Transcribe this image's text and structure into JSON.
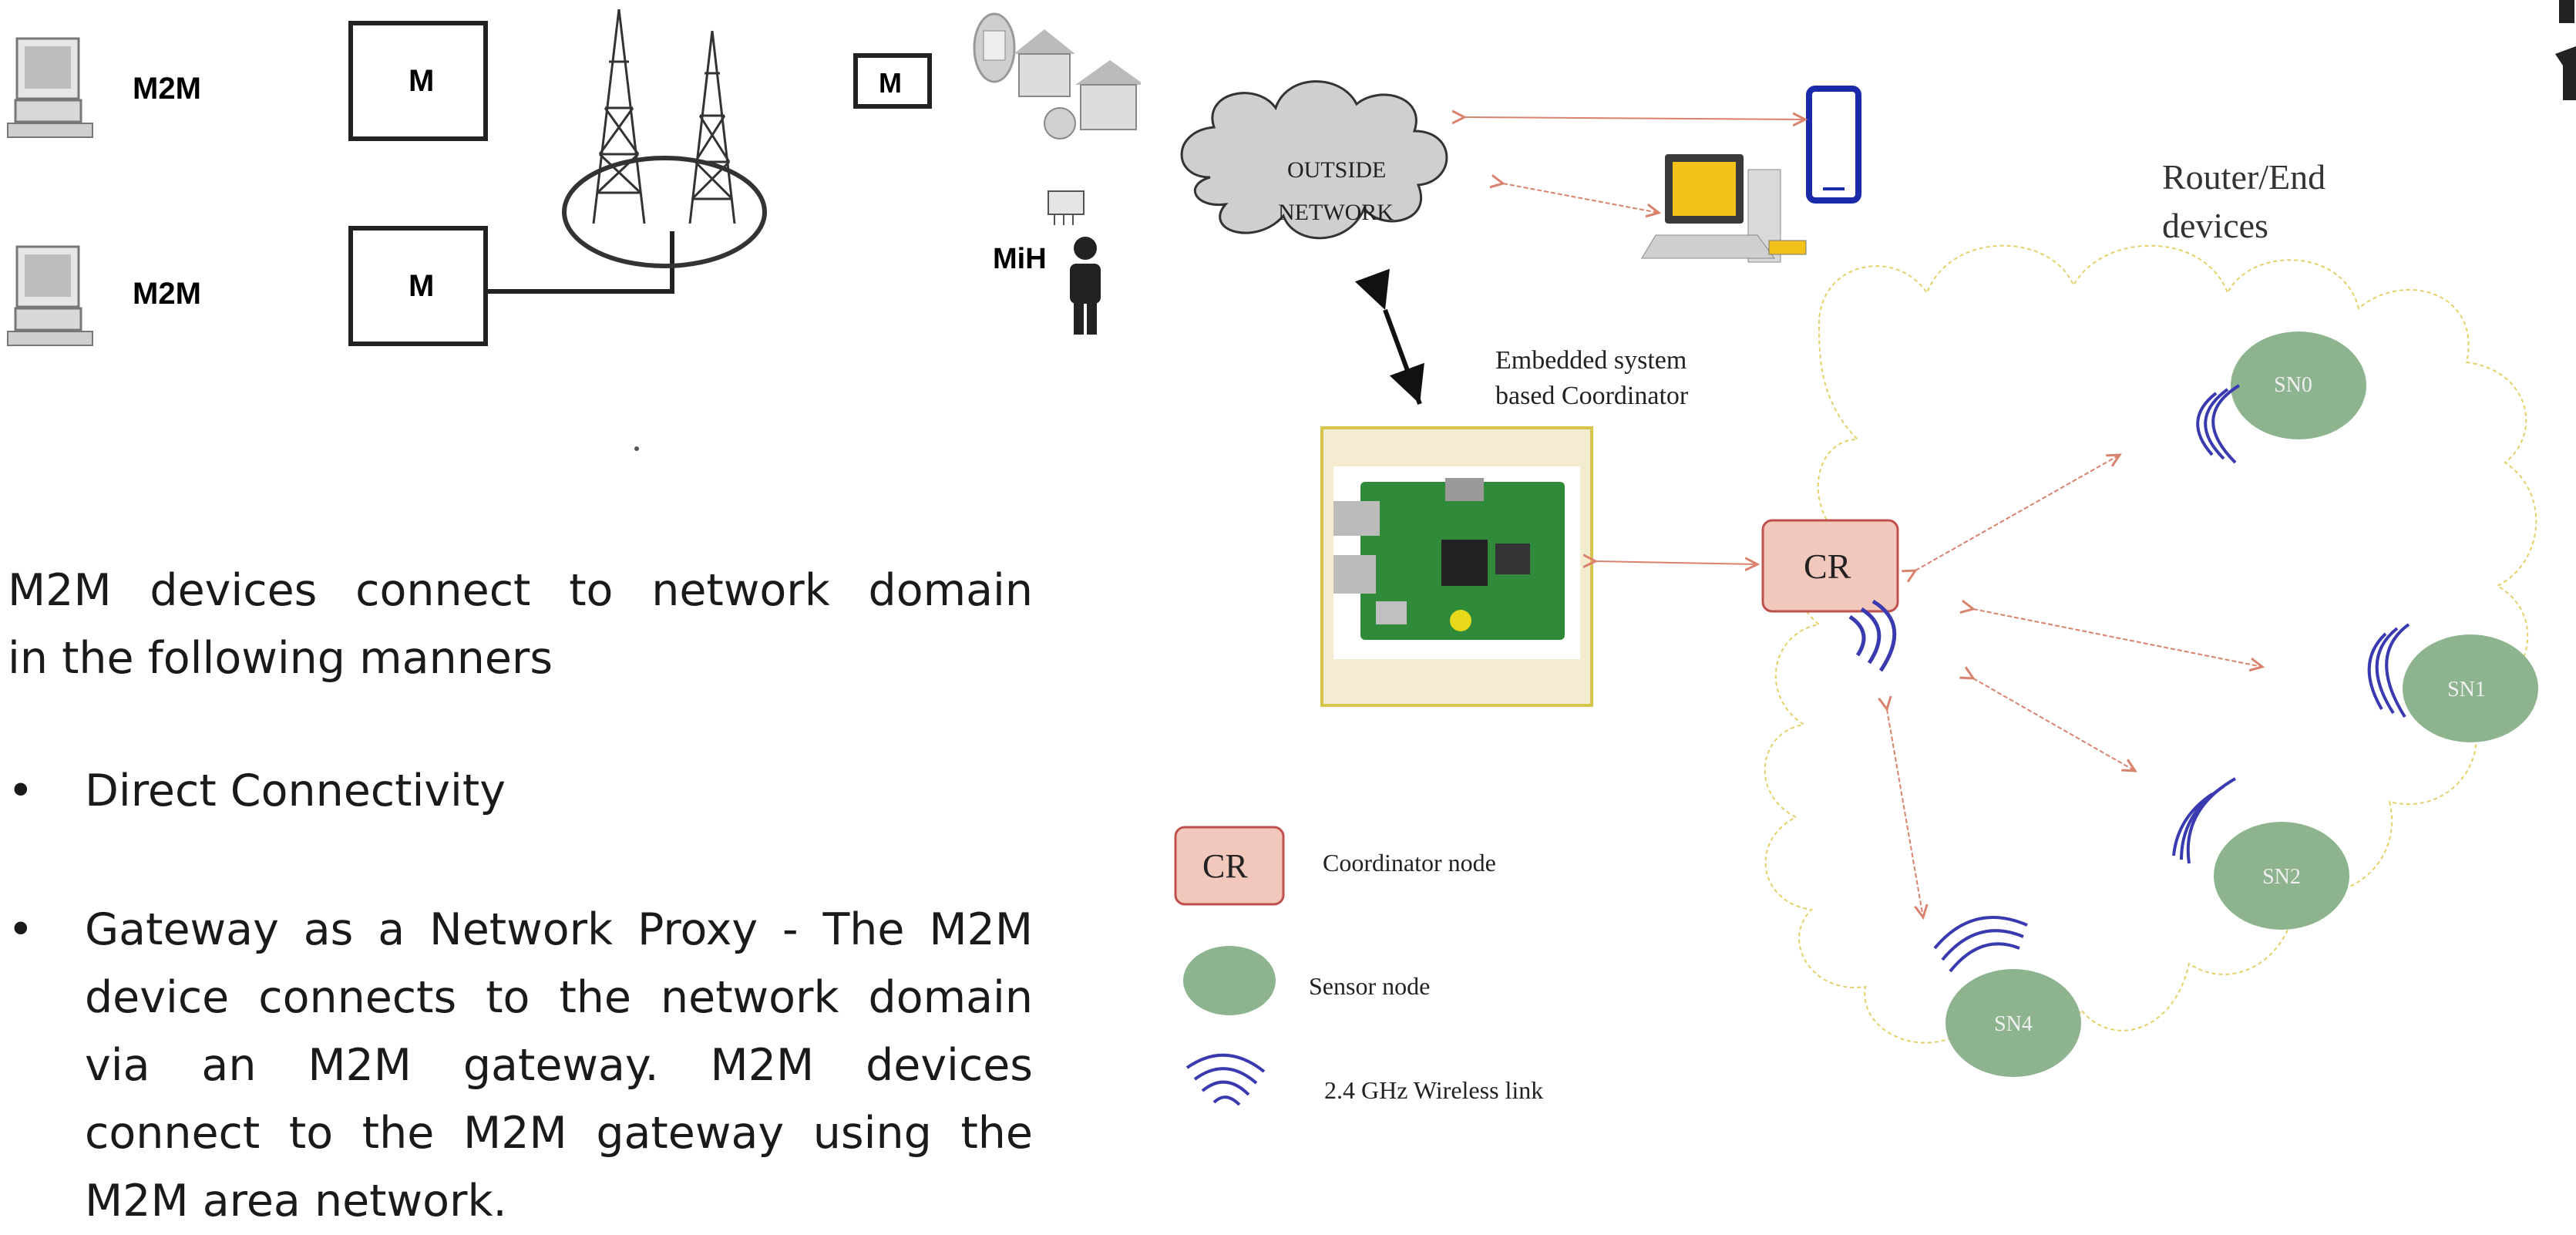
{
  "left_diagram": {
    "m2m_label_1": "M2M",
    "m2m_label_2": "M2M",
    "box_m_1": "M",
    "box_m_2": "M",
    "box_m_3": "M",
    "mih_label": "MiH"
  },
  "text": {
    "intro_line1": "M2M devices connect to network domain",
    "intro_line2": "in the following manners",
    "bullets": [
      {
        "marker": "•",
        "text": "Direct Connectivity"
      },
      {
        "marker": "•",
        "text": "Gateway as a Network Proxy -  The M2M device connects to the network domain via an M2M gateway. M2M devices connect to the M2M gateway using the M2M area network."
      }
    ]
  },
  "right_diagram": {
    "cloud_label_1": "OUTSIDE",
    "cloud_label_2": "NETWORK",
    "coordinator_caption_1": "Embedded system",
    "coordinator_caption_2": "based Coordinator",
    "router_label_1": "Router/End",
    "router_label_2": "devices",
    "cr_label": "CR",
    "sensor_nodes": [
      "SN0",
      "SN1",
      "SN2",
      "SN4"
    ],
    "legend": {
      "cr_box": "CR",
      "coordinator": "Coordinator node",
      "sensor": "Sensor node",
      "wireless": "2.4 GHz Wireless link"
    }
  },
  "colors": {
    "cr_fill": "#f2c7bc",
    "cr_stroke": "#c0504d",
    "sensor_fill": "#8db38f",
    "wireless_blue": "#3a3ab0",
    "arrow_red": "#d9826e",
    "cloud_fill": "#d0d0d0",
    "yellow_dash": "#e4d068"
  }
}
